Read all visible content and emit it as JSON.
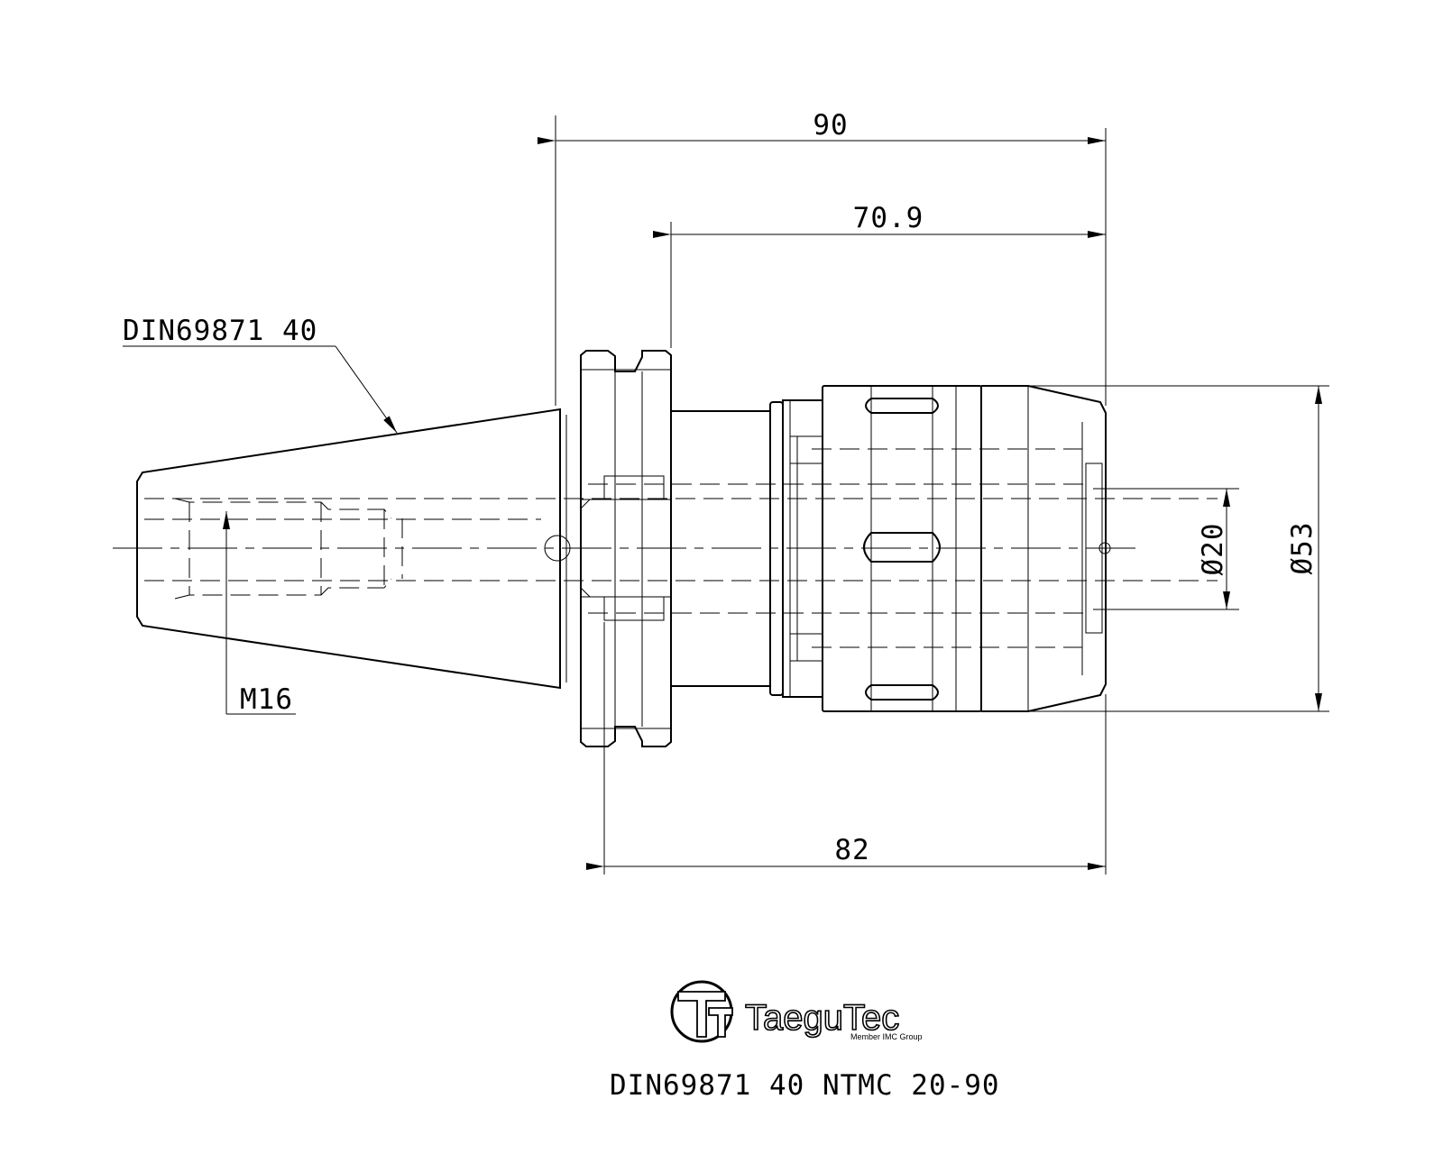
{
  "dimensions": {
    "overall_length": "90",
    "body_length": "70.9",
    "gauge_length": "82",
    "bore_diameter": "Ø20",
    "body_diameter": "Ø53",
    "thread": "M16",
    "taper_spec": "DIN69871 40"
  },
  "logo": {
    "brand": "TaeguTec",
    "tagline": "Member IMC Group"
  },
  "caption": "DIN69871 40 NTMC 20-90"
}
